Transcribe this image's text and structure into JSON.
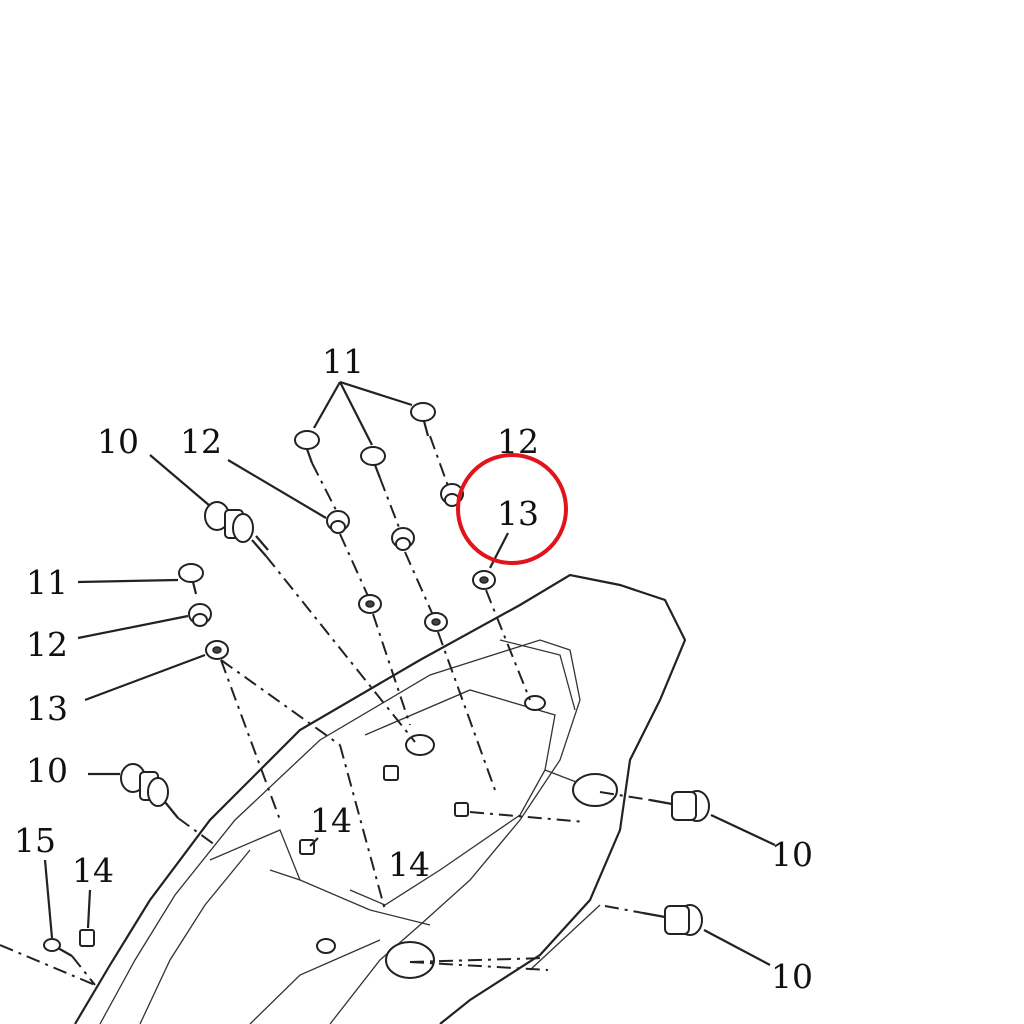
{
  "labels": {
    "l11_top": "11",
    "l10_a": "10",
    "l12_a": "12",
    "l12_b": "12",
    "l13_circled": "13",
    "l11_left": "11",
    "l12_left": "12",
    "l13_left": "13",
    "l10_left": "10",
    "l14_a": "14",
    "l14_b": "14",
    "l15": "15",
    "l14_c": "14",
    "l10_right_a": "10",
    "l10_right_b": "10"
  },
  "colors": {
    "highlight": "#e0141a",
    "ink": "#222222"
  }
}
